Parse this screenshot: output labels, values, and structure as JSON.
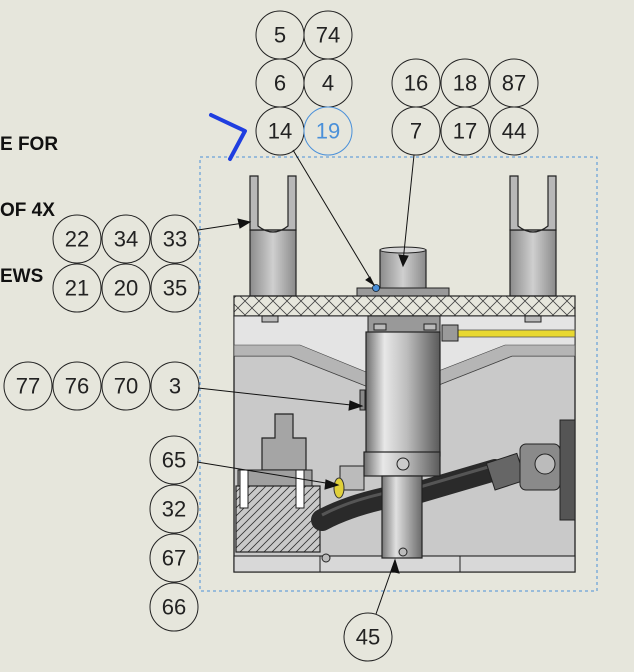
{
  "note_lines": [
    "E FOR",
    "OF 4X",
    "EWS"
  ],
  "colors": {
    "background": "#e6e6dc",
    "balloon_selected": "#4a90d9",
    "sketch_mark": "#1f3ee0",
    "hose": "#2a2a2a",
    "yellow_line": "#e8d830"
  },
  "balloons": {
    "b5": "5",
    "b74": "74",
    "b6": "6",
    "b4": "4",
    "b14": "14",
    "b19": "19",
    "b16": "16",
    "b18": "18",
    "b87": "87",
    "b7": "7",
    "b17": "17",
    "b44": "44",
    "b22": "22",
    "b34": "34",
    "b33": "33",
    "b21": "21",
    "b20": "20",
    "b35": "35",
    "b77": "77",
    "b76": "76",
    "b70": "70",
    "b3": "3",
    "b65": "65",
    "b32": "32",
    "b67": "67",
    "b66": "66",
    "b45": "45"
  },
  "icons": {
    "selection_mark": "check-mark-icon"
  }
}
